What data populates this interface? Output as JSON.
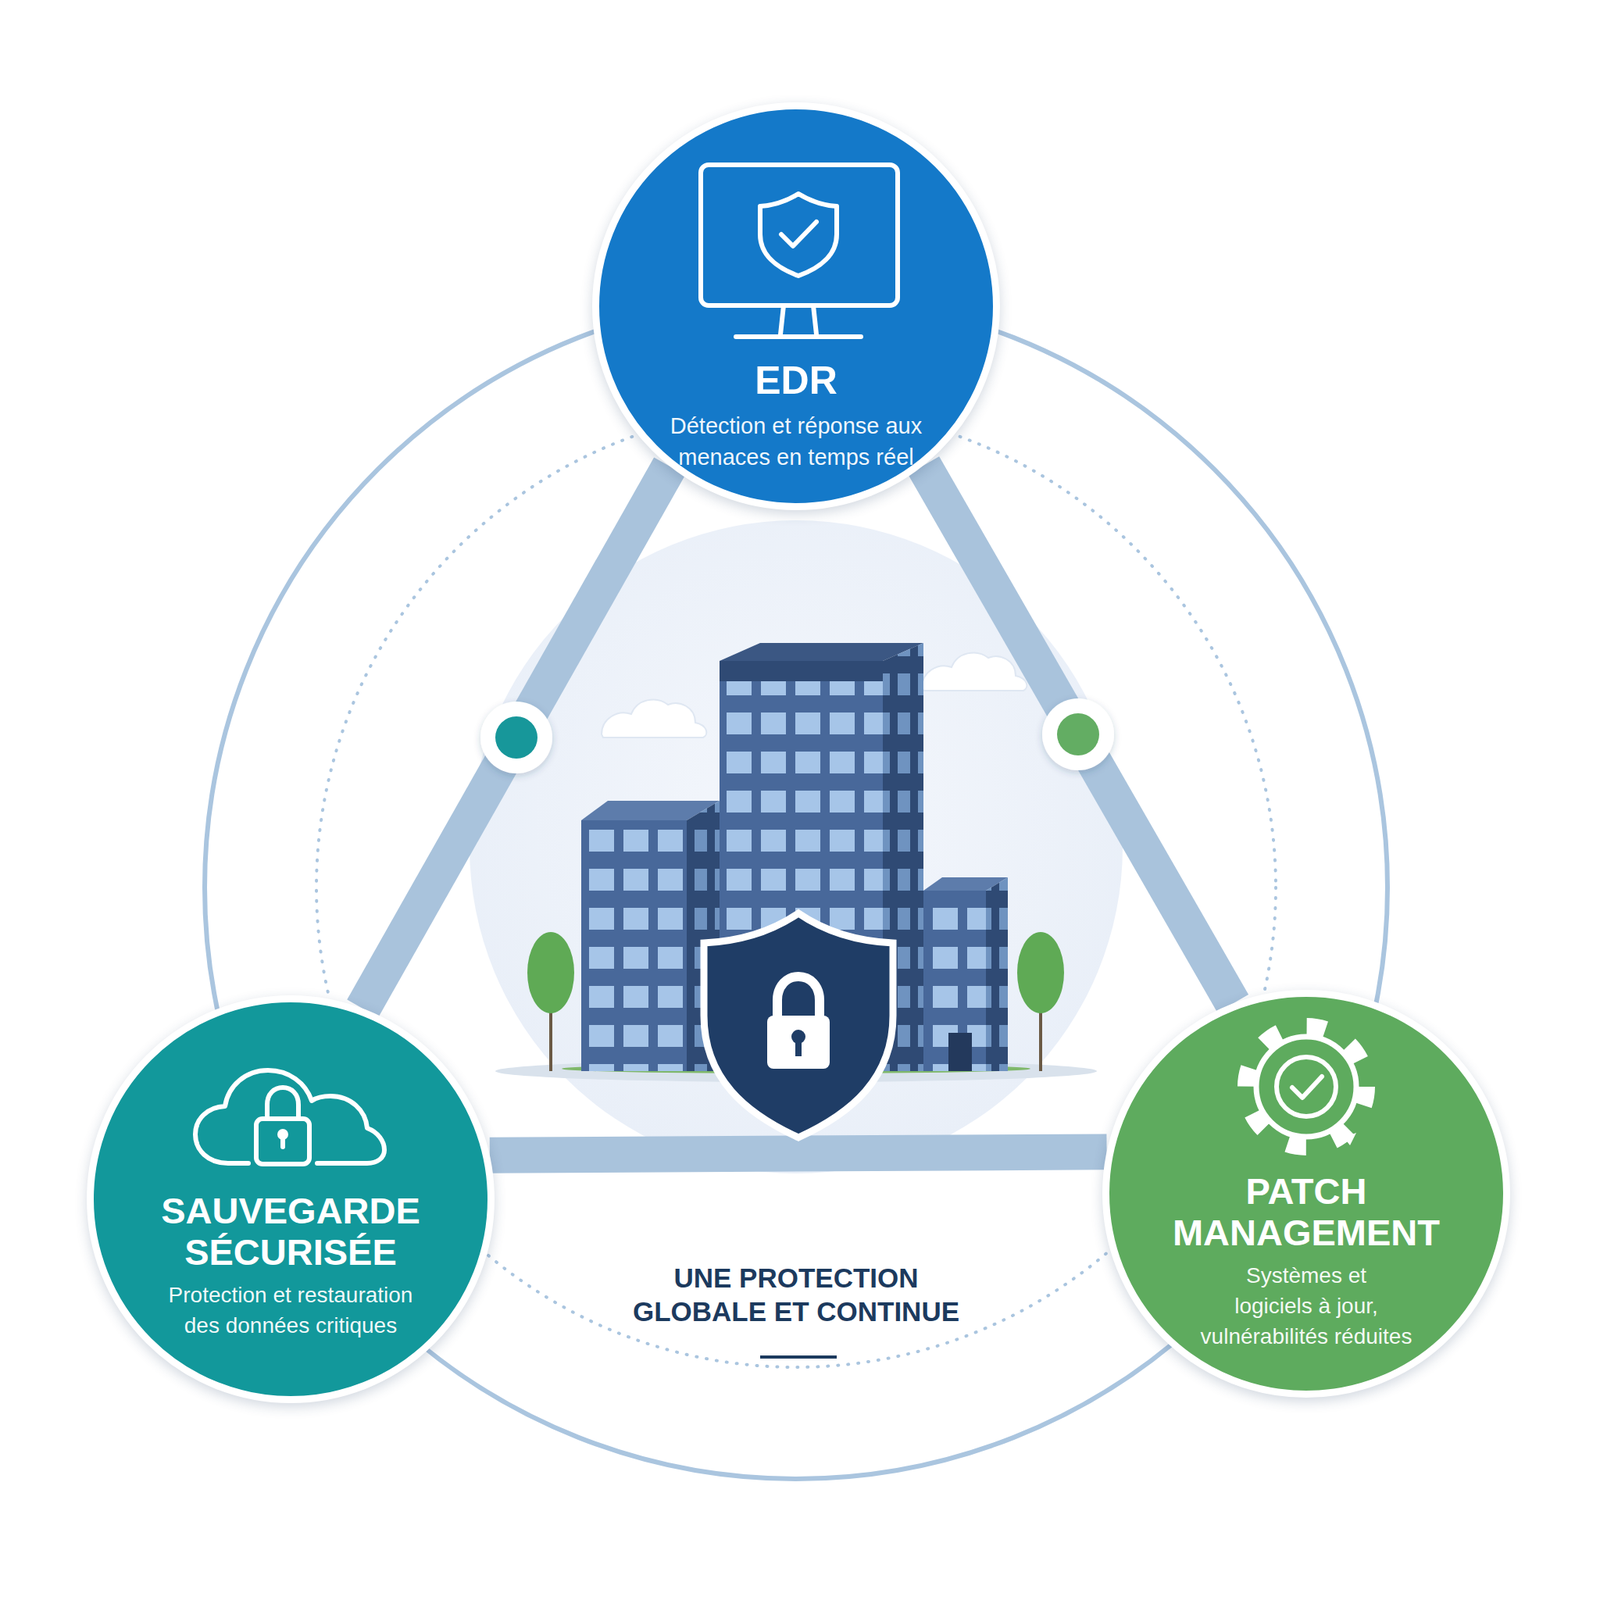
{
  "diagram": {
    "nodes": [
      {
        "text": [
          "EDR",
          "Détection et réponse aux menaces en temps réel"
        ]
      },
      {
        "text": [
          "SAUVEGARDE SÉCURISÉE",
          "Protection et restauration des données critiques"
        ]
      },
      {
        "text": [
          "PATCH MANAGEMENT",
          "Systèmes et logiciels à jour, vulnérabilités réduites"
        ]
      }
    ],
    "edges": [
      {
        "from": 0,
        "to": 1,
        "arrow": "none"
      },
      {
        "from": 0,
        "to": 2,
        "arrow": "none"
      },
      {
        "from": 1,
        "to": 2,
        "arrow": "none"
      }
    ],
    "labels": [
      "UNE PROTECTION GLOBALE ET CONTINUE"
    ]
  }
}
